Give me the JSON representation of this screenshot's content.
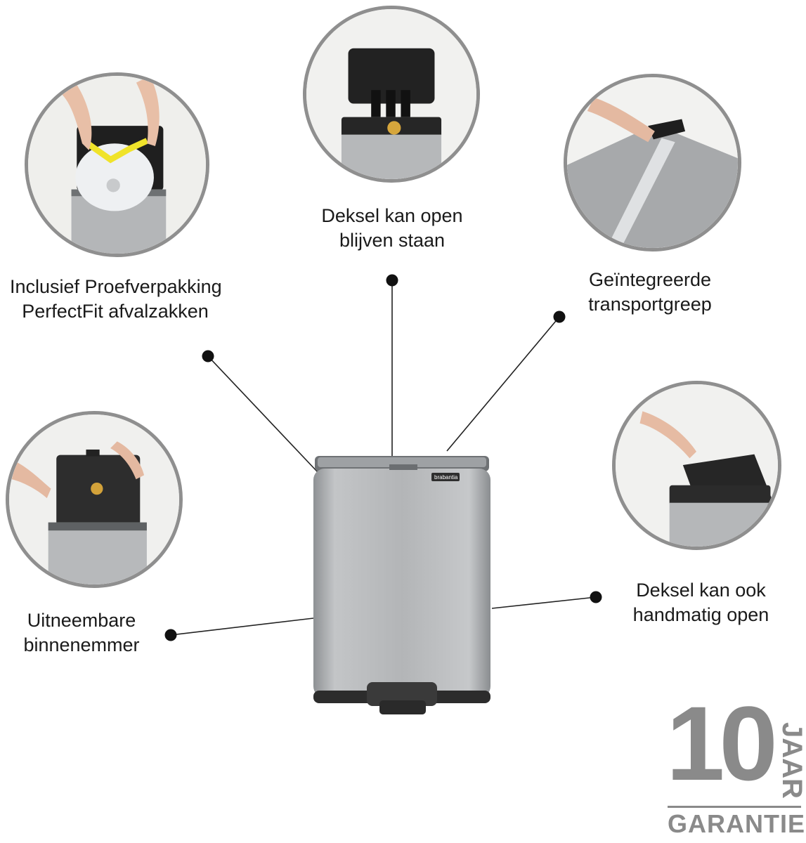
{
  "features": {
    "bag": {
      "line1": "Inclusief Proefverpakking",
      "line2": "PerfectFit afvalzakken"
    },
    "lid_open": {
      "line1": "Deksel kan open",
      "line2": "blijven staan"
    },
    "handle": {
      "line1": "Geïntegreerde",
      "line2": "transportgreep"
    },
    "inner_bucket": {
      "line1": "Uitneembare",
      "line2": "binnenemmer"
    },
    "manual_lid": {
      "line1": "Deksel kan ook",
      "line2": "handmatig open"
    }
  },
  "guarantee": {
    "number": "10",
    "unit": "JAAR",
    "label": "GARANTIE"
  },
  "brand": {
    "name": "brabantia"
  },
  "colors": {
    "ring": "#8f8f8f",
    "steel": "#b9bbbd",
    "dark": "#2b2b2b",
    "badge": "#8a8a8a"
  }
}
